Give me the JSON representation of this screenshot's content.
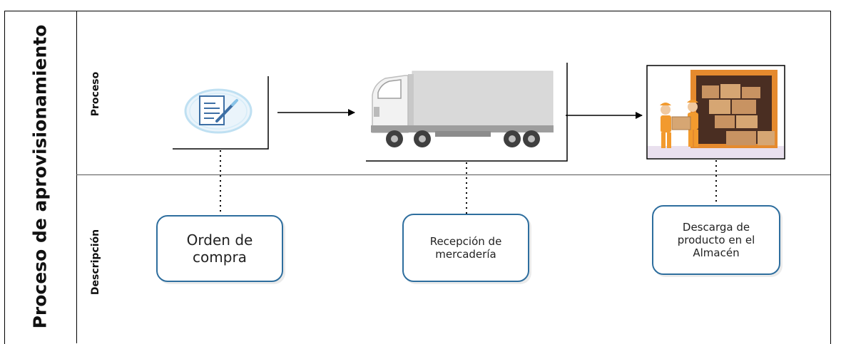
{
  "pool": {
    "title": "Proceso de aprovisionamiento"
  },
  "lanes": {
    "process": "Proceso",
    "description": "Descripción"
  },
  "steps": [
    {
      "icon": "purchase-order-document-icon",
      "description": "Orden de\ncompra"
    },
    {
      "icon": "delivery-truck-icon",
      "description": "Recepción de\nmercadería"
    },
    {
      "icon": "warehouse-unloading-workers-icon",
      "description": "Descarga de\nproducto en el\nAlmacén"
    }
  ],
  "colors": {
    "box_border": "#2e6e9e",
    "lines": "#000000",
    "worker_orange": "#f29a2e",
    "truck_body": "#d9d9d9"
  }
}
